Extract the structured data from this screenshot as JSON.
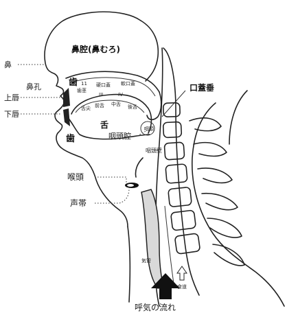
{
  "labels": {
    "nasal_cavity": "鼻腔(鼻むろ)",
    "nose": "鼻",
    "nostril": "鼻孔",
    "upper_lip": "上唇",
    "lower_lip": "下唇",
    "upper_teeth": "歯",
    "lower_teeth": "歯",
    "uvula": "口蓋垂",
    "pharynx_cavity": "咽頭腔",
    "larynx": "喉頭",
    "vocal_cords": "声帯",
    "pharyngeal_wall": "咽頭壁",
    "tonsil": "咽頭",
    "breath_flow": "呼気の流れ",
    "trachea": "気管",
    "esophagus": "食道",
    "tongue_mark": "舌",
    "tongue_parts": [
      "舌尖",
      "前舌",
      "中舌",
      "後舌"
    ],
    "palate_parts": [
      "歯茎",
      "硬口蓋",
      "軟口蓋"
    ],
    "numbers": [
      "11",
      "III",
      "IV"
    ]
  }
}
